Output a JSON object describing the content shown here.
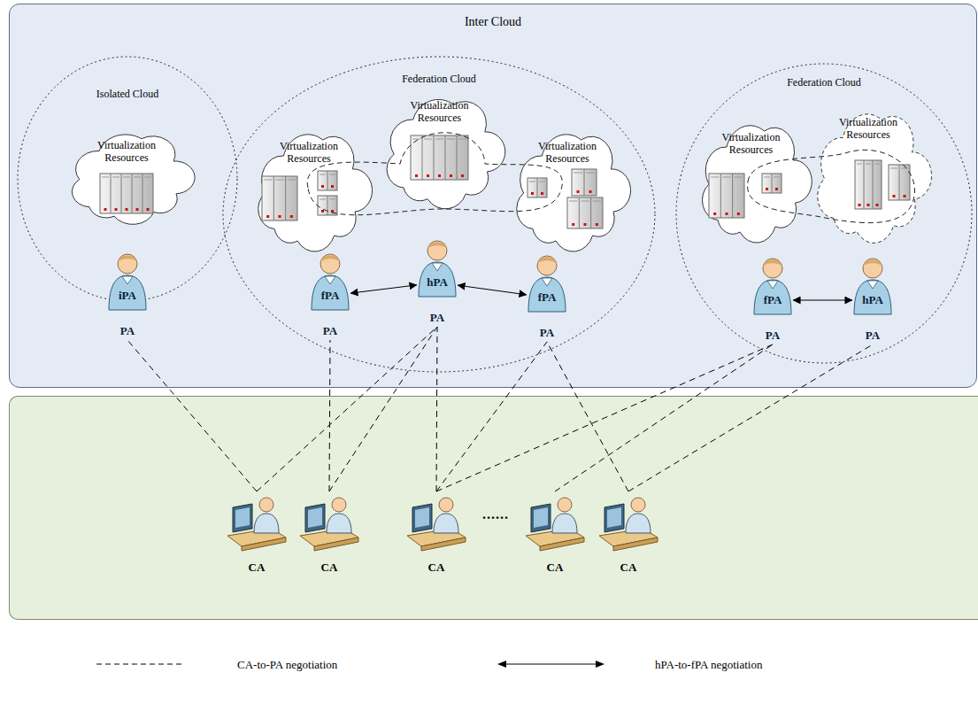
{
  "diagram": {
    "nodes": [
      {
        "text": [
          "Inter Cloud"
        ]
      },
      {
        "text": [
          "Isolated Cloud"
        ],
        "in": 0
      },
      {
        "text": [
          "Virtualization Resources"
        ],
        "in": 1
      },
      {
        "text": [
          "iPA",
          "PA"
        ],
        "in": 1
      },
      {
        "text": [
          "Federation Cloud"
        ],
        "in": 0
      },
      {
        "text": [
          "Virtualization Resources"
        ],
        "in": 4
      },
      {
        "text": [
          "Virtualization Resources"
        ],
        "in": 4
      },
      {
        "text": [
          "Virtualization Resources"
        ],
        "in": 4
      },
      {
        "text": [
          "fPA",
          "PA"
        ],
        "in": 4
      },
      {
        "text": [
          "hPA",
          "PA"
        ],
        "in": 4
      },
      {
        "text": [
          "fPA",
          "PA"
        ],
        "in": 4
      },
      {
        "text": [
          "Federation Cloud"
        ],
        "in": 0
      },
      {
        "text": [
          "Virtualization Resources"
        ],
        "in": 11
      },
      {
        "text": [
          "Virtualization Resources"
        ],
        "in": 11
      },
      {
        "text": [
          "fPA",
          "PA"
        ],
        "in": 11
      },
      {
        "text": [
          "hPA",
          "PA"
        ],
        "in": 11
      },
      {
        "text": [
          "CA"
        ]
      },
      {
        "text": [
          "CA"
        ]
      },
      {
        "text": [
          "CA"
        ]
      },
      {
        "text": [
          "CA"
        ]
      },
      {
        "text": [
          "CA"
        ]
      }
    ],
    "edges": [
      {
        "from": 9,
        "to": 8,
        "arrow": "both"
      },
      {
        "from": 9,
        "to": 10,
        "arrow": "both"
      },
      {
        "from": 15,
        "to": 14,
        "arrow": "both"
      },
      {
        "from": 16,
        "to": 3,
        "arrow": "none"
      },
      {
        "from": 16,
        "to": 9,
        "arrow": "none"
      },
      {
        "from": 17,
        "to": 8,
        "arrow": "none"
      },
      {
        "from": 17,
        "to": 9,
        "arrow": "none"
      },
      {
        "from": 18,
        "to": 9,
        "arrow": "none"
      },
      {
        "from": 18,
        "to": 10,
        "arrow": "none"
      },
      {
        "from": 18,
        "to": 14,
        "arrow": "none"
      },
      {
        "from": 19,
        "to": 14,
        "arrow": "none"
      },
      {
        "from": 20,
        "to": 10,
        "arrow": "none"
      },
      {
        "from": 20,
        "to": 15,
        "arrow": "none"
      }
    ],
    "labels": [
      "......"
    ],
    "legend": [
      {
        "text": "CA-to-PA negotiation"
      },
      {
        "text": "hPA-to-fPA negotiation"
      }
    ]
  }
}
